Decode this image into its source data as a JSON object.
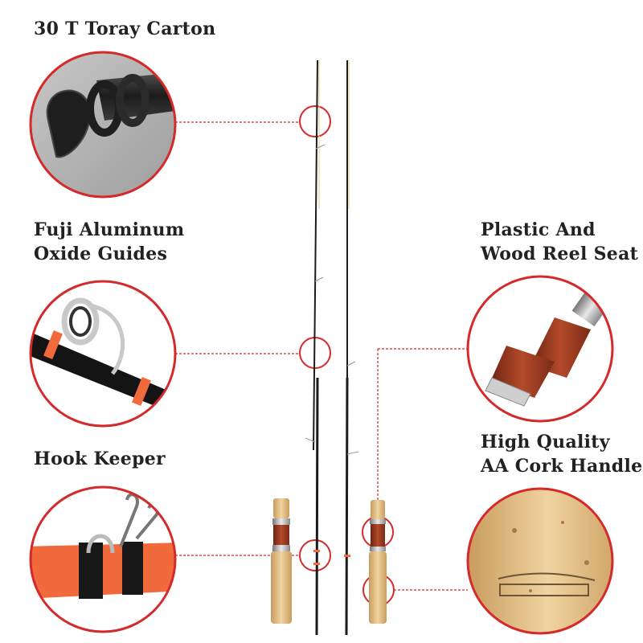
{
  "labels": {
    "carbon": "30 T Toray Carton",
    "guides_line1": "Fuji Aluminum",
    "guides_line2": "Oxide Guides",
    "keeper": "Hook Keeper",
    "reelseat_line1": "Plastic And",
    "reelseat_line2": "Wood Reel Seat",
    "cork_line1": "High Quality",
    "cork_line2": "AA Cork Handle"
  },
  "colors": {
    "callout_red": "#d42a2a",
    "accent_orange": "#f06a3c",
    "cork": "#e6c48e",
    "wood": "#a03c22",
    "blank": "#1c1c1c"
  }
}
